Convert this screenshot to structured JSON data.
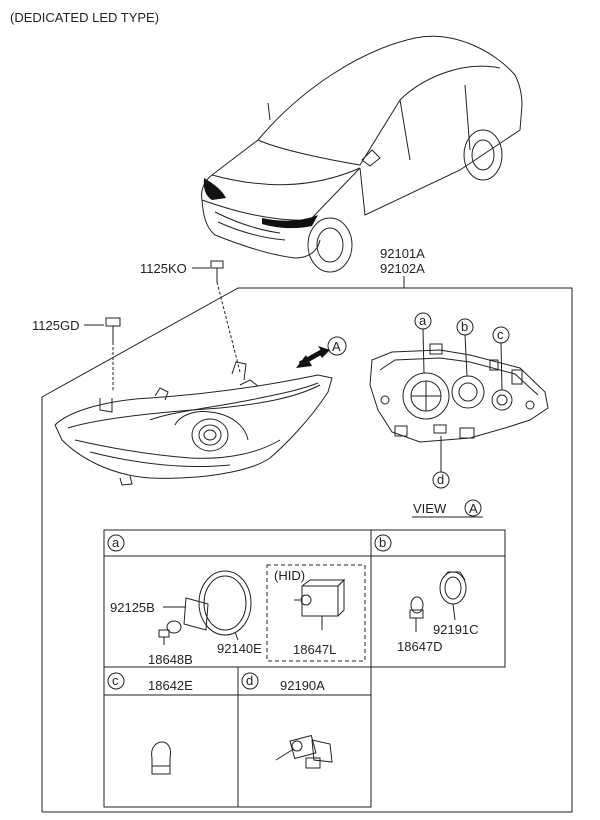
{
  "header": {
    "title": "(DEDICATED LED TYPE)"
  },
  "assembly": {
    "part_lh": "92101A",
    "part_rh": "92102A"
  },
  "fasteners": {
    "bolt_upper": "1125KO",
    "bolt_lower": "1125GD"
  },
  "view": {
    "arrow_letter": "A",
    "label": "VIEW",
    "letter": "A"
  },
  "callouts": {
    "a": "a",
    "b": "b",
    "c": "c",
    "d": "d"
  },
  "table": {
    "cell_a": {
      "letter": "a",
      "parts": {
        "p1": "92125B",
        "p2": "18648B",
        "p3": "92140E",
        "p4": "18647L"
      },
      "hid_label": "(HID)"
    },
    "cell_b": {
      "letter": "b",
      "parts": {
        "p1": "18647D",
        "p2": "92191C"
      }
    },
    "cell_c": {
      "letter": "c",
      "part": "18642E"
    },
    "cell_d": {
      "letter": "d",
      "part": "92190A"
    }
  }
}
